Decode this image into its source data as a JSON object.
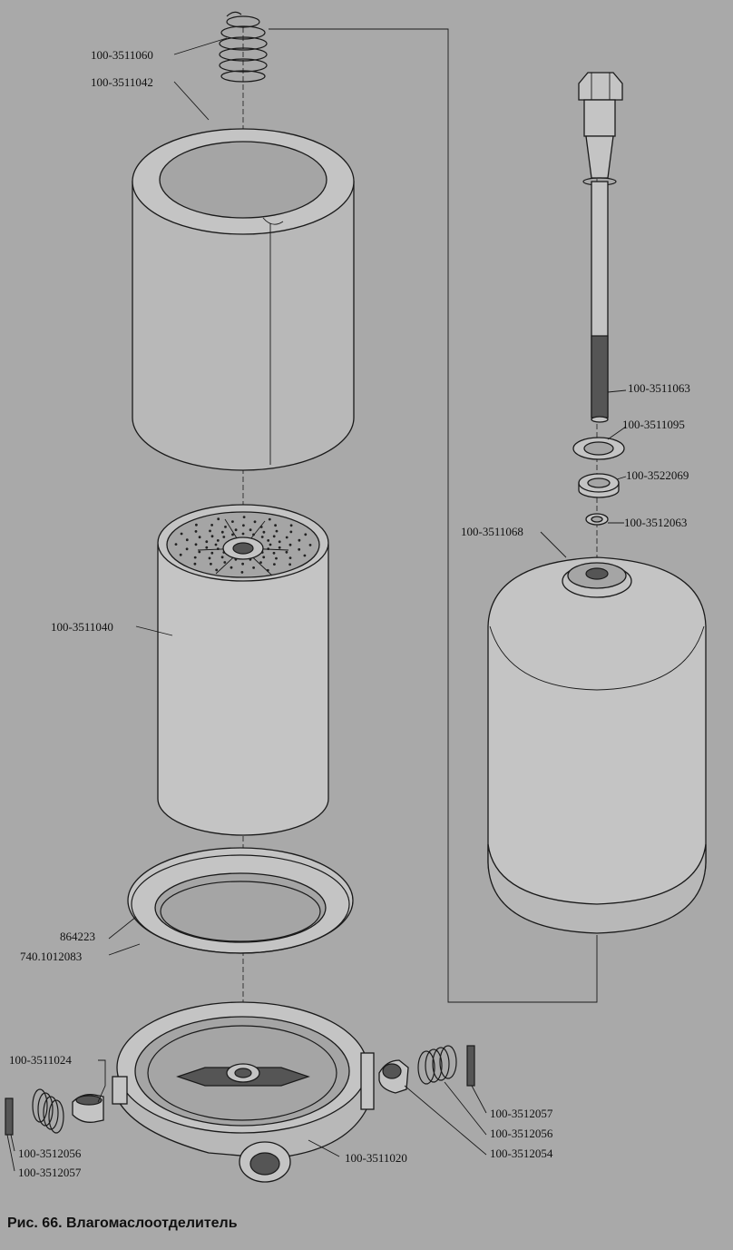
{
  "caption": "Рис.  66.  Влагомаслоотделитель",
  "labels": {
    "spring_top": "100-3511060",
    "cover_ring": "100-3511042",
    "filter_element": "100-3511040",
    "gasket_inner": "864223",
    "gasket_outer": "740.1012083",
    "valve_left": "100-3511024",
    "spring_left": "100-3512056",
    "pin_left": "100-3512057",
    "housing_base": "100-3511020",
    "bolt": "100-3511063",
    "washer_1": "100-3511095",
    "washer_2": "100-3522069",
    "washer_3": "100-3512063",
    "bowl": "100-3511068",
    "pin_right": "100-3512057",
    "spring_right": "100-3512056",
    "valve_right": "100-3512054"
  }
}
